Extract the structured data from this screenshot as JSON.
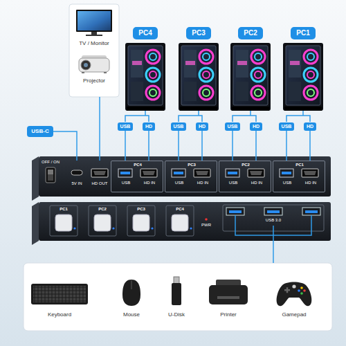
{
  "diagram": {
    "nodes": [
      {
        "text": [
          "TV / Monitor",
          "Projector"
        ]
      },
      {
        "text": [
          "PC4"
        ]
      },
      {
        "text": [
          "PC3"
        ]
      },
      {
        "text": [
          "PC2"
        ]
      },
      {
        "text": [
          "PC1"
        ]
      },
      {
        "text": [
          "USB"
        ]
      },
      {
        "text": [
          "HD"
        ]
      },
      {
        "text": [
          "USB"
        ]
      },
      {
        "text": [
          "HD"
        ]
      },
      {
        "text": [
          "USB"
        ]
      },
      {
        "text": [
          "HD"
        ]
      },
      {
        "text": [
          "USB"
        ]
      },
      {
        "text": [
          "HD"
        ]
      },
      {
        "text": [
          "USB-C"
        ]
      },
      {
        "text": [
          "5V IN"
        ]
      },
      {
        "text": [
          "HD OUT"
        ]
      },
      {
        "text": [
          "PC4",
          "USB",
          "HD IN"
        ]
      },
      {
        "text": [
          "PC3",
          "USB",
          "HD IN"
        ]
      },
      {
        "text": [
          "PC2",
          "USB",
          "HD IN"
        ]
      },
      {
        "text": [
          "PC1",
          "USB",
          "HD IN"
        ]
      }
    ],
    "edges": [
      {
        "from": 5,
        "to": 16,
        "arrow": "none"
      },
      {
        "from": 6,
        "to": 16,
        "arrow": "none"
      },
      {
        "from": 7,
        "to": 17,
        "arrow": "none"
      },
      {
        "from": 8,
        "to": 17,
        "arrow": "none"
      },
      {
        "from": 9,
        "to": 18,
        "arrow": "none"
      },
      {
        "from": 10,
        "to": 18,
        "arrow": "none"
      },
      {
        "from": 11,
        "to": 19,
        "arrow": "none"
      },
      {
        "from": 12,
        "to": 19,
        "arrow": "none"
      },
      {
        "from": 13,
        "to": 14,
        "arrow": "none"
      },
      {
        "from": 0,
        "to": 15,
        "arrow": "none"
      }
    ],
    "labels": [
      "OFF / ON",
      "PC1",
      "PC2",
      "PC3",
      "PC4",
      "PWR",
      "USB 3.0",
      "Keyboard",
      "Mouse",
      "U-Disk",
      "Printer",
      "Gamepad"
    ]
  }
}
